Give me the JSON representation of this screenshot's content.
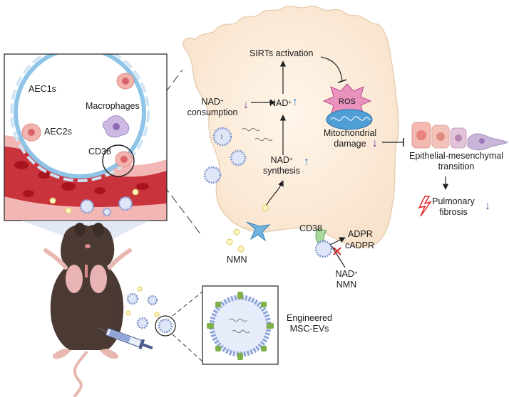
{
  "labels": {
    "aec1s": "AEC1s",
    "aec2s": "AEC2s",
    "macrophages": "Macrophages",
    "cd38_lung": "CD38",
    "sirts_activation": "SIRTs activation",
    "nad_consumption_top": "NAD",
    "nad_consumption_sup": "+",
    "nad_consumption_bottom": "consumption",
    "nad_center": "NAD",
    "nad_center_sup": "+",
    "ros": "ROS",
    "mito_line1": "Mitochondrial",
    "mito_line2": "damage",
    "nad_synth_top": "NAD",
    "nad_synth_sup": "+",
    "nad_synth_bottom": "synthesis",
    "emt_line1": "Epithelial-mesenchymal",
    "emt_line2": "transition",
    "fibrosis_line1": "Pulmonary",
    "fibrosis_line2": "fibrosis",
    "cd38_cell": "CD38",
    "adpr": "ADPR",
    "cadpr": "cADPR",
    "nad_sub": "NAD",
    "nad_sub_sup": "+",
    "nmn_sub": "NMN",
    "nmn_entry": "NMN",
    "ev_line1": "Engineered",
    "ev_line2": "MSC-EVs"
  },
  "colors": {
    "cell_fill": "#fbecd9",
    "cell_stroke": "#e6cdb0",
    "vessel": "#c8333c",
    "membrane": "#8ec4e8",
    "ev_blue": "#8fa4d8",
    "ev_green": "#7fb04a",
    "mouse": "#4a3a33",
    "down_arrow": "#7b3aa0",
    "up_arrow": "#2f7fd0",
    "ros": "#e890b8",
    "mito": "#4f9fd6",
    "fibrosis_bolt": "#e02a2a"
  },
  "icons": [
    "down-arrow-icon",
    "up-arrow-icon",
    "lightning-icon",
    "inhibition-x-icon"
  ]
}
